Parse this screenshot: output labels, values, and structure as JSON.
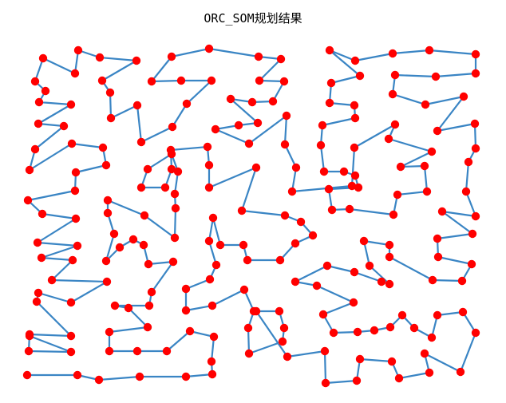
{
  "chart_data": {
    "type": "scatter",
    "title": "ORC_SOM规划结果",
    "xlabel": "",
    "ylabel": "",
    "axes_visible": false,
    "grid": false,
    "colors": {
      "route": "#3a85c4",
      "city": "#ff0000"
    },
    "xlim": [
      30,
      604
    ],
    "ylim": [
      52,
      486
    ],
    "series": [
      {
        "type": "line",
        "closed": false,
        "points": [
          [
            34,
            470
          ],
          [
            97,
            470
          ],
          [
            124,
            476
          ],
          [
            175,
            472
          ],
          [
            233,
            472
          ],
          [
            266,
            469
          ],
          [
            265,
            453
          ],
          [
            268,
            422
          ],
          [
            238,
            415
          ],
          [
            209,
            440
          ],
          [
            172,
            440
          ],
          [
            137,
            440
          ],
          [
            137,
            416
          ],
          [
            185,
            410
          ],
          [
            161,
            386
          ],
          [
            144,
            383
          ],
          [
            187,
            383
          ],
          [
            190,
            366
          ],
          [
            217,
            328
          ],
          [
            186,
            331
          ],
          [
            180,
            307
          ],
          [
            167,
            300
          ],
          [
            150,
            310
          ],
          [
            133,
            327
          ],
          [
            143,
            293
          ],
          [
            135,
            267
          ],
          [
            135,
            251
          ],
          [
            181,
            270
          ],
          [
            219,
            298
          ],
          [
            220,
            261
          ],
          [
            219,
            243
          ],
          [
            223,
            215
          ],
          [
            215,
            193
          ],
          [
            185,
            212
          ],
          [
            177,
            235
          ],
          [
            207,
            235
          ],
          [
            215,
            212
          ],
          [
            214,
            188
          ],
          [
            260,
            184
          ],
          [
            262,
            207
          ],
          [
            262,
            235
          ],
          [
            321,
            210
          ],
          [
            303,
            264
          ],
          [
            357,
            270
          ],
          [
            377,
            278
          ],
          [
            392,
            295
          ],
          [
            370,
            305
          ],
          [
            351,
            326
          ],
          [
            310,
            326
          ],
          [
            305,
            307
          ],
          [
            276,
            307
          ],
          [
            267,
            273
          ],
          [
            262,
            302
          ],
          [
            271,
            332
          ],
          [
            263,
            350
          ],
          [
            233,
            362
          ],
          [
            233,
            389
          ],
          [
            266,
            383
          ],
          [
            306,
            363
          ],
          [
            318,
            390
          ],
          [
            311,
            411
          ],
          [
            312,
            443
          ],
          [
            354,
            428
          ],
          [
            356,
            411
          ],
          [
            350,
            390
          ],
          [
            321,
            390
          ],
          [
            360,
            447
          ],
          [
            407,
            440
          ],
          [
            408,
            480
          ],
          [
            447,
            477
          ],
          [
            451,
            450
          ],
          [
            491,
            453
          ],
          [
            500,
            474
          ],
          [
            538,
            467
          ],
          [
            532,
            443
          ],
          [
            577,
            466
          ],
          [
            596,
            417
          ],
          [
            580,
            391
          ],
          [
            548,
            395
          ],
          [
            541,
            423
          ],
          [
            519,
            411
          ],
          [
            504,
            395
          ],
          [
            489,
            410
          ],
          [
            469,
            414
          ],
          [
            448,
            416
          ],
          [
            418,
            417
          ],
          [
            405,
            394
          ],
          [
            443,
            379
          ],
          [
            397,
            358
          ],
          [
            370,
            353
          ],
          [
            410,
            333
          ],
          [
            444,
            341
          ],
          [
            478,
            353
          ],
          [
            488,
            356
          ],
          [
            463,
            333
          ],
          [
            456,
            302
          ],
          [
            488,
            307
          ],
          [
            488,
            322
          ],
          [
            542,
            351
          ],
          [
            579,
            352
          ],
          [
            591,
            331
          ],
          [
            549,
            322
          ],
          [
            548,
            299
          ],
          [
            592,
            293
          ],
          [
            554,
            265
          ],
          [
            596,
            271
          ],
          [
            584,
            240
          ],
          [
            587,
            203
          ],
          [
            596,
            186
          ],
          [
            595,
            155
          ],
          [
            548,
            164
          ],
          [
            581,
            121
          ],
          [
            533,
            131
          ],
          [
            492,
            118
          ],
          [
            495,
            94
          ],
          [
            546,
            96
          ],
          [
            596,
            92
          ],
          [
            596,
            68
          ],
          [
            538,
            63
          ],
          [
            492,
            67
          ],
          [
            445,
            76
          ],
          [
            413,
            63
          ],
          [
            451,
            95
          ],
          [
            415,
            104
          ],
          [
            413,
            129
          ],
          [
            444,
            132
          ],
          [
            445,
            148
          ],
          [
            404,
            157
          ],
          [
            402,
            182
          ],
          [
            406,
            215
          ],
          [
            431,
            215
          ],
          [
            445,
            220
          ],
          [
            449,
            235
          ],
          [
            412,
            237
          ],
          [
            416,
            263
          ],
          [
            438,
            262
          ],
          [
            493,
            269
          ],
          [
            498,
            244
          ],
          [
            535,
            240
          ],
          [
            532,
            208
          ],
          [
            502,
            209
          ],
          [
            541,
            190
          ],
          [
            487,
            174
          ],
          [
            495,
            156
          ],
          [
            444,
            185
          ],
          [
            441,
            233
          ],
          [
            366,
            240
          ],
          [
            371,
            210
          ],
          [
            357,
            181
          ],
          [
            359,
            145
          ],
          [
            312,
            180
          ],
          [
            270,
            162
          ],
          [
            299,
            157
          ],
          [
            323,
            154
          ],
          [
            289,
            124
          ],
          [
            316,
            128
          ],
          [
            342,
            127
          ],
          [
            356,
            102
          ],
          [
            325,
            101
          ],
          [
            352,
            74
          ],
          [
            324,
            71
          ],
          [
            262,
            61
          ],
          [
            215,
            71
          ],
          [
            190,
            102
          ],
          [
            227,
            101
          ],
          [
            265,
            101
          ],
          [
            234,
            130
          ],
          [
            216,
            159
          ],
          [
            177,
            178
          ],
          [
            172,
            132
          ],
          [
            139,
            148
          ],
          [
            138,
            116
          ],
          [
            128,
            101
          ],
          [
            171,
            76
          ],
          [
            125,
            72
          ],
          [
            98,
            63
          ],
          [
            94,
            92
          ],
          [
            54,
            73
          ],
          [
            44,
            102
          ],
          [
            57,
            114
          ],
          [
            49,
            128
          ],
          [
            89,
            131
          ],
          [
            48,
            155
          ],
          [
            80,
            158
          ],
          [
            44,
            187
          ],
          [
            37,
            213
          ],
          [
            90,
            180
          ],
          [
            129,
            185
          ],
          [
            133,
            207
          ],
          [
            95,
            216
          ],
          [
            94,
            239
          ],
          [
            35,
            251
          ],
          [
            53,
            268
          ],
          [
            95,
            274
          ],
          [
            47,
            304
          ],
          [
            97,
            308
          ],
          [
            52,
            323
          ],
          [
            91,
            326
          ],
          [
            65,
            351
          ],
          [
            134,
            353
          ],
          [
            89,
            379
          ],
          [
            48,
            367
          ],
          [
            46,
            378
          ],
          [
            89,
            421
          ],
          [
            37,
            419
          ],
          [
            36,
            440
          ],
          [
            89,
            441
          ],
          [
            37,
            421
          ]
        ]
      }
    ]
  }
}
